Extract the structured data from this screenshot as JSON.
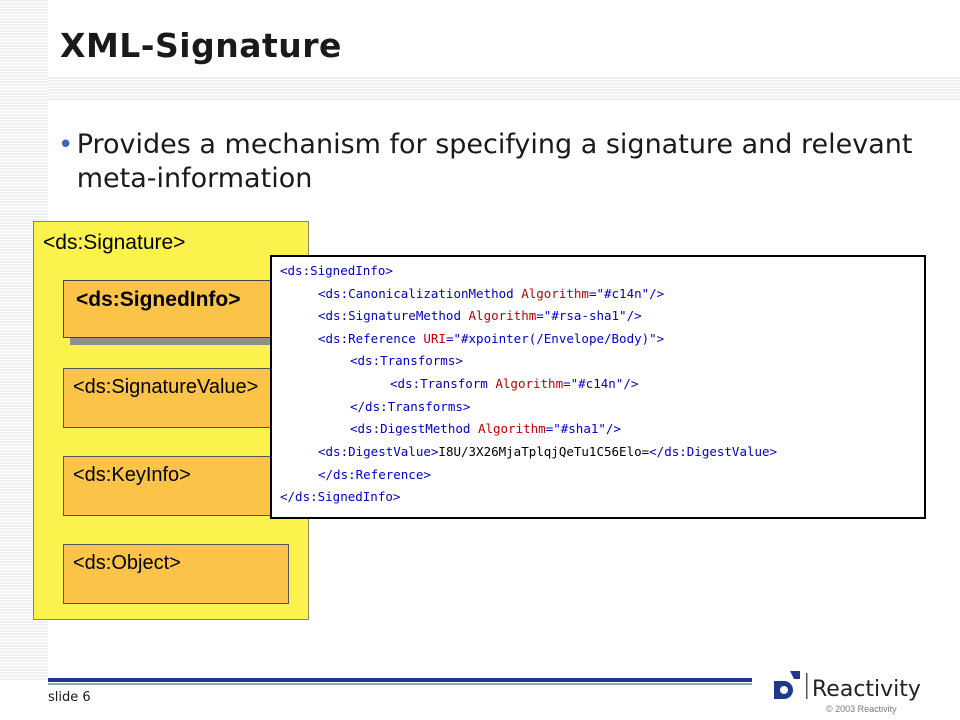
{
  "title": "XML-Signature",
  "bullet": "Provides a mechanism for specifying a signature and relevant meta-information",
  "signature_box": {
    "label": "<ds:Signature>",
    "signed_info": "<ds:SignedInfo>",
    "signature_value": "<ds:SignatureValue>",
    "key_info": "<ds:KeyInfo>",
    "object": "<ds:Object>"
  },
  "code": {
    "l1_tag": "<ds:SignedInfo>",
    "l2_tag": "<ds:CanonicalizationMethod",
    "l2_attr": "Algorithm",
    "l2_val": "=\"#c14n\"/>",
    "l3_tag": "<ds:SignatureMethod",
    "l3_attr": "Algorithm",
    "l3_val": "=\"#rsa-sha1\"/>",
    "l4_tag": "<ds:Reference",
    "l4_attr": "URI",
    "l4_val": "=\"#xpointer(/Envelope/Body)\">",
    "l5_tag": "<ds:Transforms>",
    "l6_tag": "<ds:Transform",
    "l6_attr": "Algorithm",
    "l6_val": "=\"#c14n\"/>",
    "l7_tag": "</ds:Transforms>",
    "l8_tag": "<ds:DigestMethod",
    "l8_attr": "Algorithm",
    "l8_val": "=\"#sha1\"/>",
    "l9_open": "<ds:DigestValue>",
    "l9_val": "I8U/3X26MjaTplqjQeTu1C56Elo=",
    "l9_close": "</ds:DigestValue>",
    "l10_tag": "</ds:Reference>",
    "l11_tag": "</ds:SignedInfo>"
  },
  "footer": {
    "slide_label": "slide 6",
    "logo_text": "Reactivity",
    "copyright": "© 2003 Reactivity"
  },
  "colors": {
    "signature_bg": "#fbf24e",
    "child_bg": "#fbc448",
    "tag": "#0000c8",
    "attribute": "#c00000",
    "footer_bar": "#1f3a8a"
  }
}
